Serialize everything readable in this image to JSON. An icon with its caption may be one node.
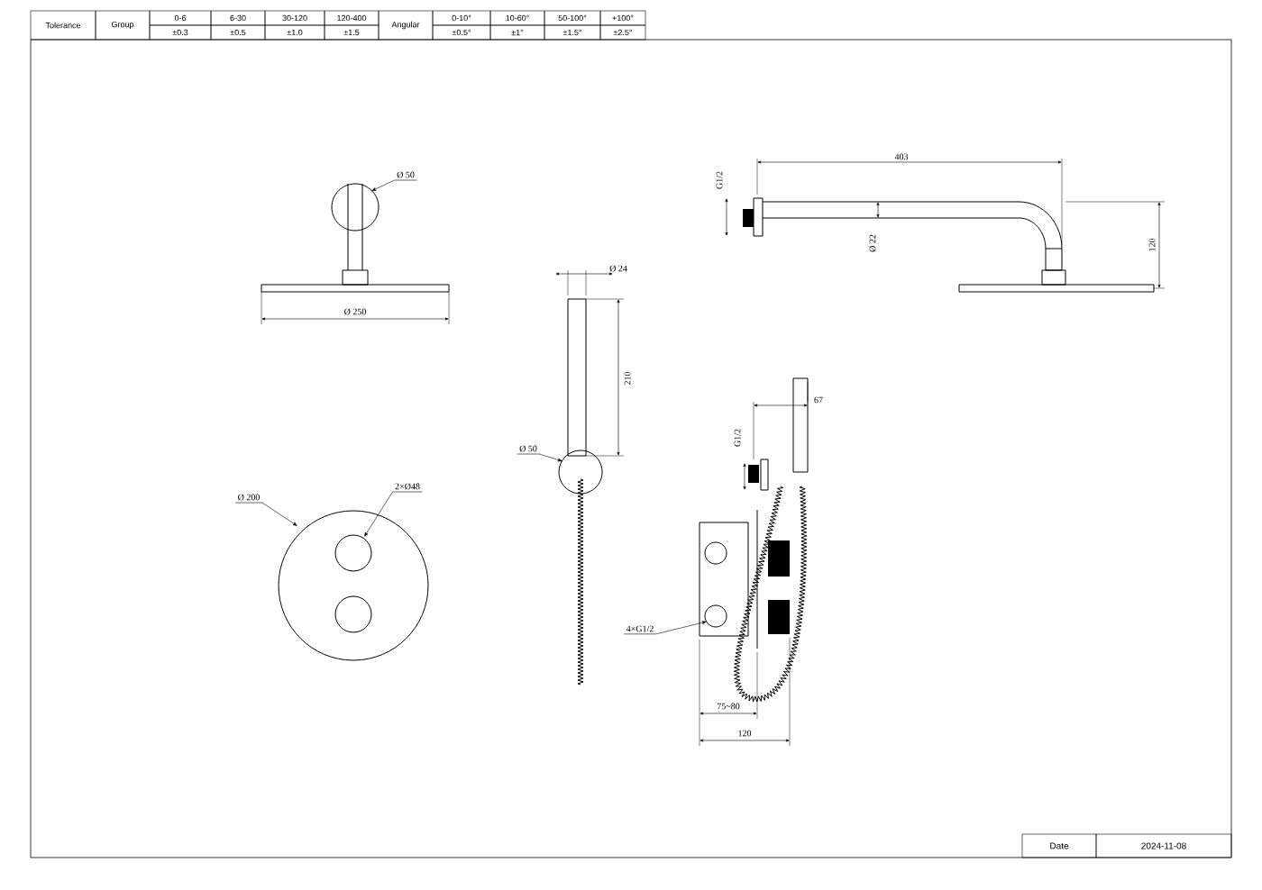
{
  "diagram": {
    "nodes": [
      {
        "text": [
          "Ø 50"
        ]
      },
      {
        "text": [
          "Ø 50"
        ]
      },
      {
        "text": [
          "Ø 200"
        ]
      },
      {
        "text": [
          "2×Ø48"
        ]
      },
      {
        "text": [
          "4×G1/2"
        ]
      }
    ],
    "edges": [
      {
        "from": 0,
        "to": null,
        "arrow": "to"
      },
      {
        "from": 1,
        "to": null,
        "arrow": "to"
      },
      {
        "from": 2,
        "to": null,
        "arrow": "to"
      },
      {
        "from": 3,
        "to": null,
        "arrow": "to"
      },
      {
        "from": 4,
        "to": null,
        "arrow": "to"
      }
    ],
    "labels": [
      "Tolerance",
      "Group",
      "0-6",
      "6-30",
      "30-120",
      "120-400",
      "Angular",
      "0-10°",
      "10-60°",
      "50-100°",
      "+100°",
      "±0.3",
      "±0.5",
      "±1.0",
      "±1.5",
      "±0.5°",
      "±1°",
      "±1.5°",
      "±2.5°",
      "Ø 250",
      "Ø 24",
      "210",
      "G1/2",
      "403",
      "Ø 22",
      "120",
      "67",
      "G1/2",
      "75~80",
      "120",
      "Date",
      "2024-11-08"
    ]
  }
}
